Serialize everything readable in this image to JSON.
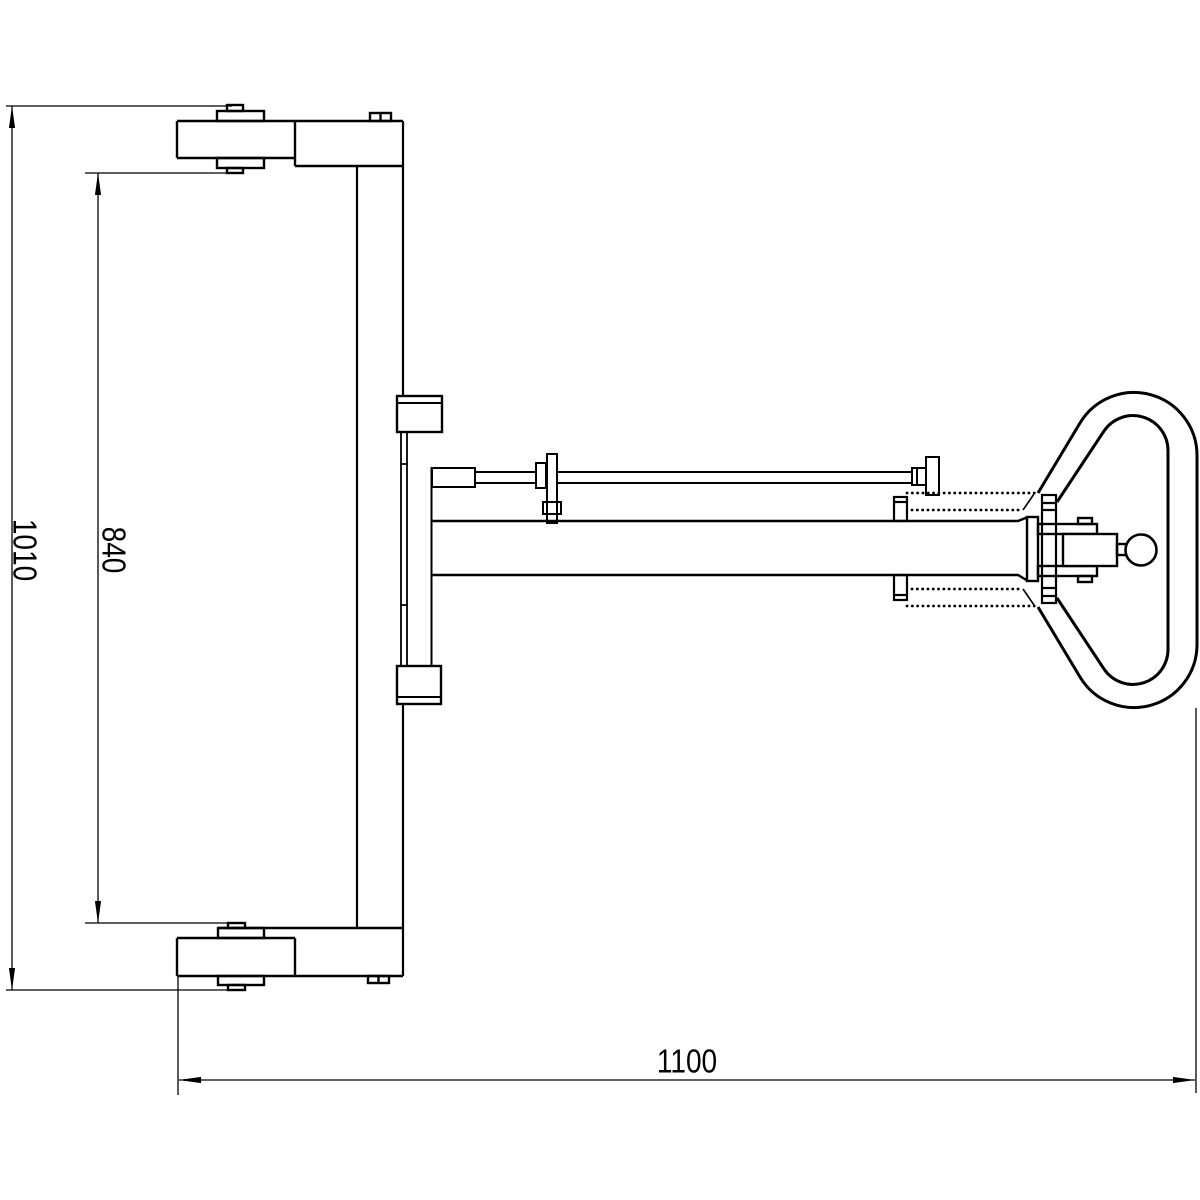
{
  "drawing": {
    "background_color": "#ffffff",
    "line_color": "#000000",
    "dim_labels": {
      "outer_vertical": "1010",
      "inner_vertical": "840",
      "horizontal": "1100"
    }
  }
}
